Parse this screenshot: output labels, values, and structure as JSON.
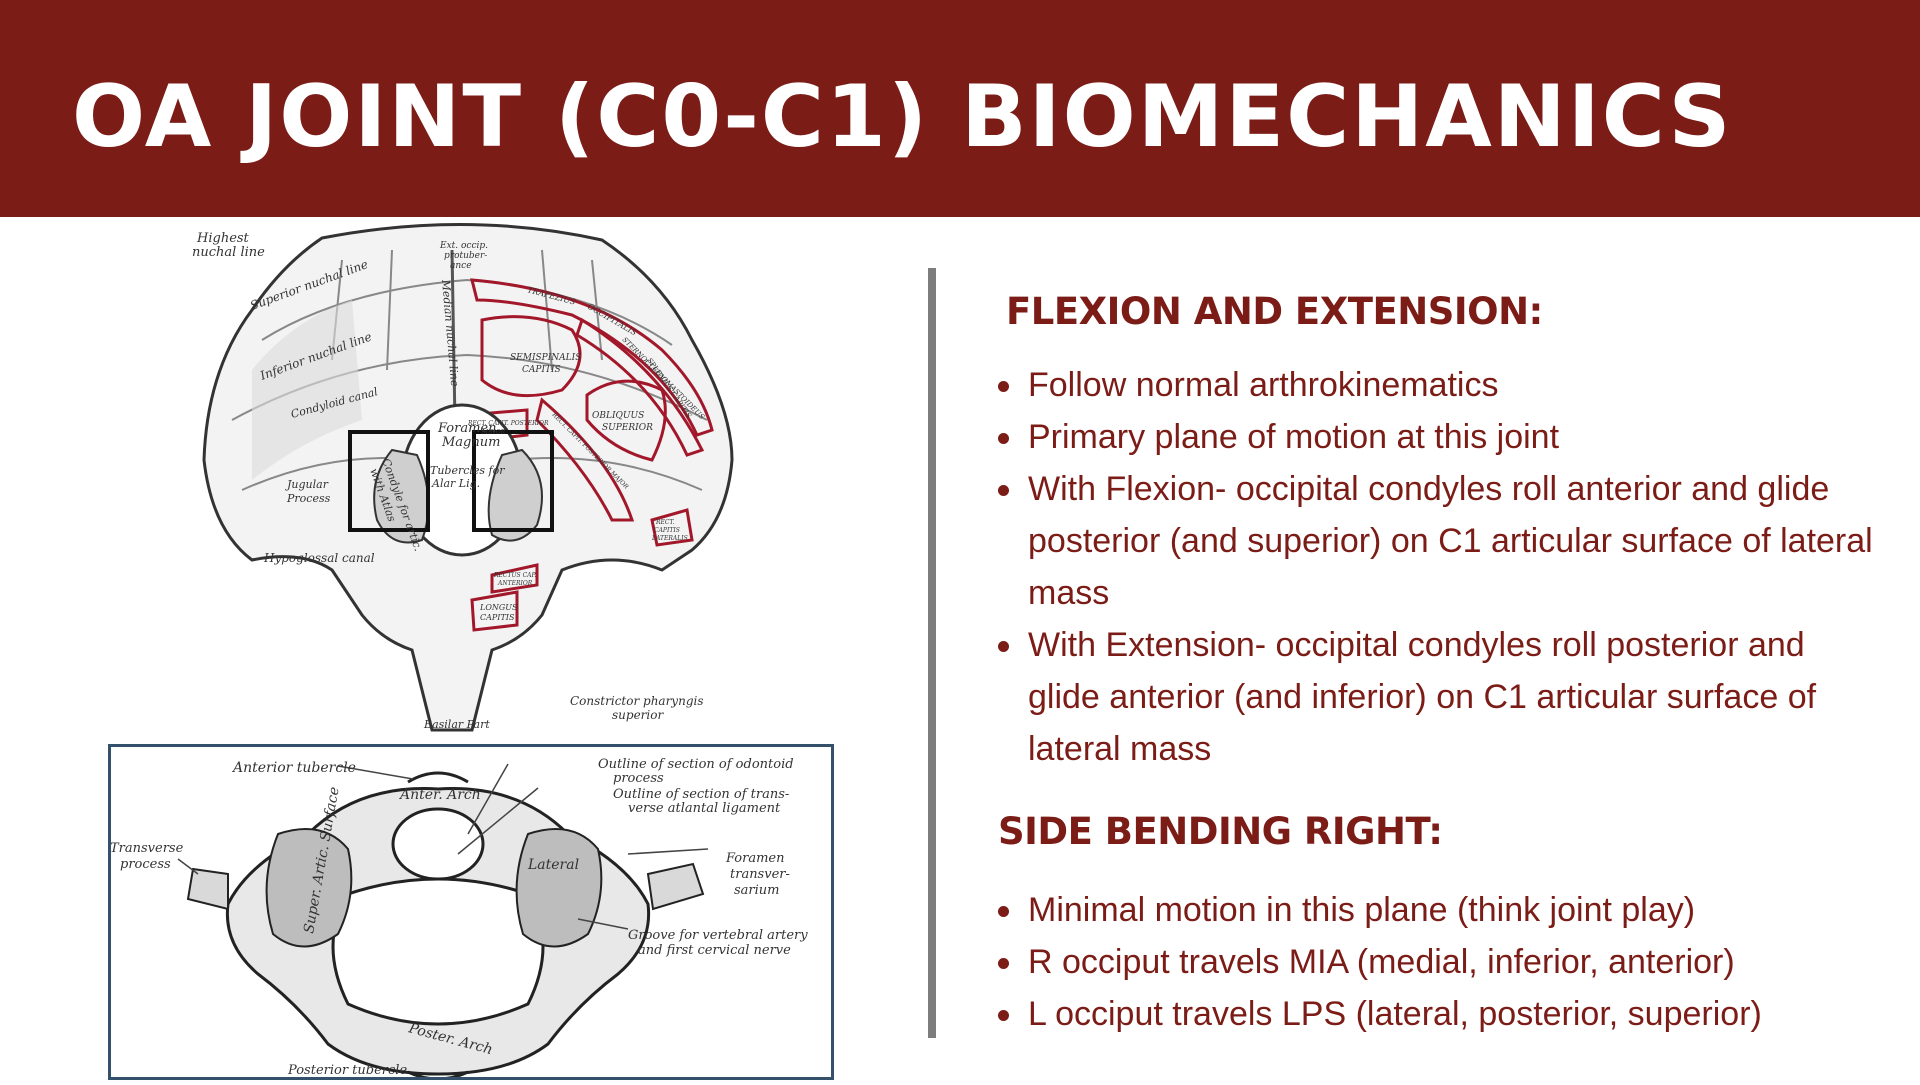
{
  "header": {
    "title": "OA JOINT (C0-C1) BIOMECHANICS"
  },
  "sections": [
    {
      "heading": "FLEXION AND EXTENSION:",
      "bullets": [
        "Follow normal arthrokinematics",
        "Primary plane of motion at this joint",
        "With Flexion- occipital condyles roll anterior and glide posterior (and superior) on C1 articular surface of lateral mass",
        "With Extension- occipital condyles roll posterior and glide anterior (and inferior) on C1 articular surface of lateral mass"
      ]
    },
    {
      "heading": "SIDE BENDING RIGHT:",
      "bullets": [
        "Minimal motion in this plane (think joint play)",
        "R occiput travels MIA (medial, inferior, anterior)",
        "L occiput travels LPS (lateral, posterior, superior)"
      ]
    }
  ],
  "skull_labels": {
    "highest_nuchal_1": "Highest",
    "highest_nuchal_2": "nuchal line",
    "ext_occ_1": "Ext. occip.",
    "ext_occ_2": "protuber-",
    "ext_occ_3": "ance",
    "superior_nuchal": "Superior nuchal line",
    "inferior_nuchal": "Inferior nuchal line",
    "median_nuchal": "Median nuchal line",
    "trapezius": "TRAPEZIUS",
    "occipitalis": "OCCIPITALIS",
    "semispinalis_1": "SEMISPINALIS",
    "semispinalis_2": "CAPITIS",
    "sternocleido": "STERNOCLEIDOMASTOIDEUS",
    "splenius": "SPLENIUS CAPITIS",
    "obliquus_1": "OBLIQUUS",
    "obliquus_2": "SUPERIOR",
    "rect_minor_1": "RECT. CAPIT. POSTERIOR",
    "rect_minor_2": "MINOR",
    "rect_major": "RECT. CAPIT. POSTERIOR MAJOR",
    "condyloid_canal": "Condyloid canal",
    "foramen_1": "Foramen",
    "foramen_2": "Magnum",
    "condyle_1": "Condyle for artic.",
    "condyle_2": "with Atlas",
    "tubercles_1": "Tubercles for",
    "tubercles_2": "Alar Lig.",
    "jugular_1": "Jugular",
    "jugular_2": "Process",
    "rect_lateralis_1": "RECT.",
    "rect_lateralis_2": "CAPITIS",
    "rect_lateralis_3": "LATERALIS",
    "hypoglossal": "Hypoglossal canal",
    "rect_anterior_1": "RECTUS CAP.",
    "rect_anterior_2": "ANTERIOR",
    "longus_1": "LONGUS",
    "longus_2": "CAPITIS",
    "constrictor_1": "Constrictor pharyngis",
    "constrictor_2": "superior",
    "basilar": "Basilar Part"
  },
  "atlas_labels": {
    "anterior_tubercle": "Anterior tubercle",
    "anter_arch": "Anter. Arch",
    "outline_odontoid_1": "Outline of section of odontoid",
    "outline_odontoid_2": "process",
    "outline_trans_1": "Outline of section of trans-",
    "outline_trans_2": "verse atlantal ligament",
    "transverse_1": "Transverse",
    "transverse_2": "process",
    "super_artic": "Super. Artic. Surface",
    "lateral": "Lateral",
    "foramen_1": "Foramen",
    "foramen_2": "transver-",
    "foramen_3": "sarium",
    "groove_1": "Groove for vertebral artery",
    "groove_2": "and first cervical nerve",
    "poster_arch": "Poster. Arch",
    "posterior_tubercle": "Posterior tubercle"
  },
  "colors": {
    "accent": "#7b1c17",
    "divider": "#7d7d7d",
    "frame": "#33516a"
  }
}
